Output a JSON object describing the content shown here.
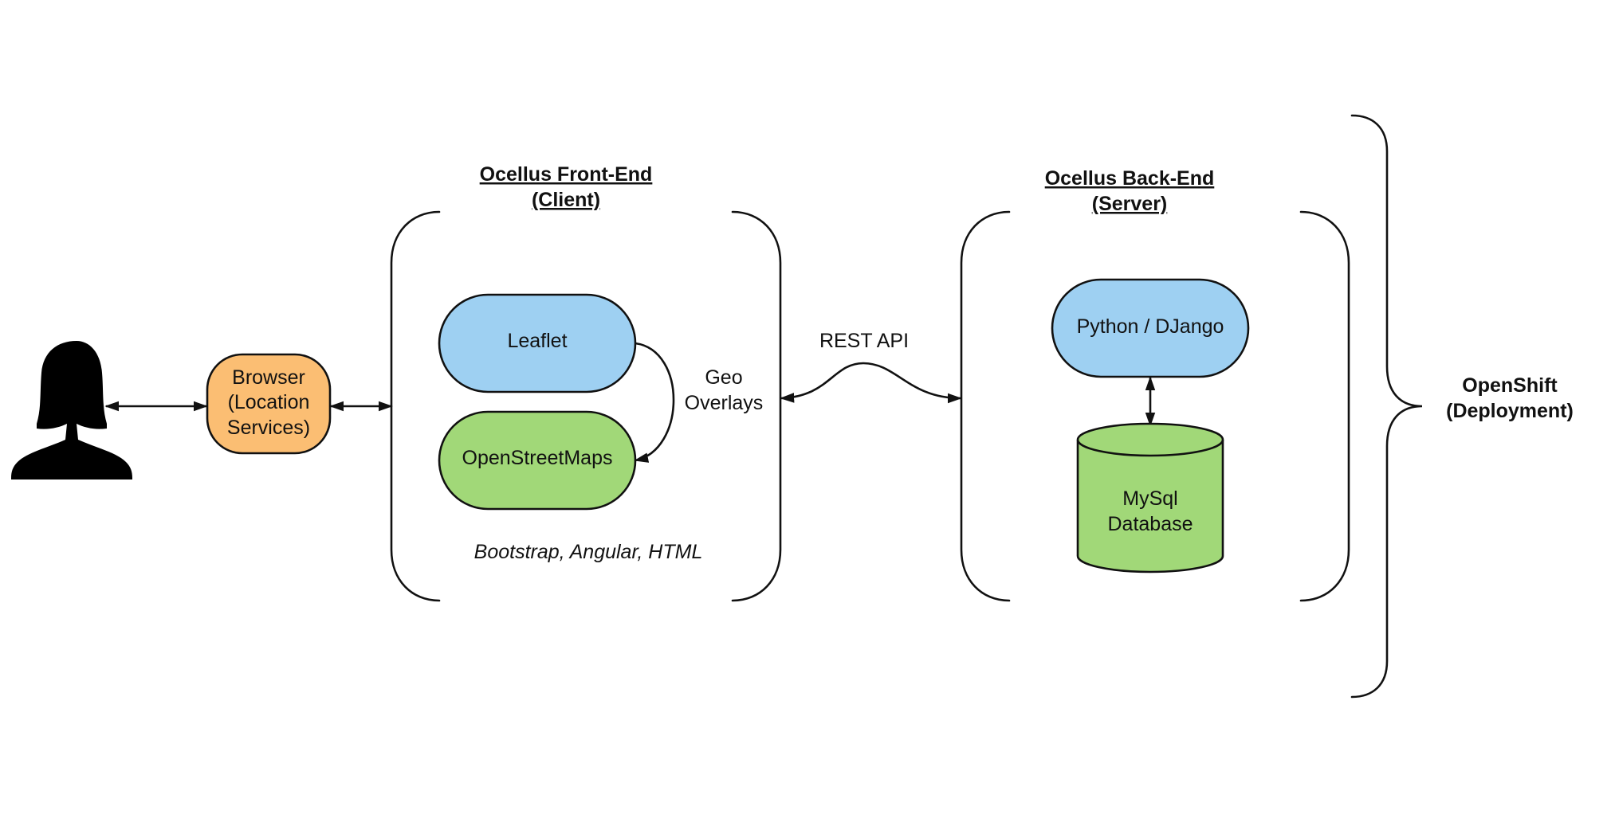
{
  "colors": {
    "blue": "#9ed0f2",
    "green": "#a1d878",
    "orange": "#fbbe73",
    "stroke": "#111111"
  },
  "nodes": {
    "user": {
      "icon": "user-silhouette-icon"
    },
    "browser": {
      "lines": [
        "Browser",
        "(Location",
        "Services)"
      ]
    },
    "leaflet": {
      "label": "Leaflet"
    },
    "osm": {
      "label": "OpenStreetMaps"
    },
    "python": {
      "label": "Python / DJango"
    },
    "mysql": {
      "lines": [
        "MySql",
        "Database"
      ]
    }
  },
  "groups": {
    "frontend": {
      "title_lines": [
        "Ocellus Front-End",
        "(Client)"
      ],
      "footnote": "Bootstrap, Angular, HTML"
    },
    "backend": {
      "title_lines": [
        "Ocellus Back-End",
        "(Server)"
      ]
    },
    "deployment": {
      "lines": [
        "OpenShift",
        "(Deployment)"
      ]
    }
  },
  "edge_labels": {
    "geo_overlays": [
      "Geo",
      "Overlays"
    ],
    "rest_api": "REST API"
  }
}
